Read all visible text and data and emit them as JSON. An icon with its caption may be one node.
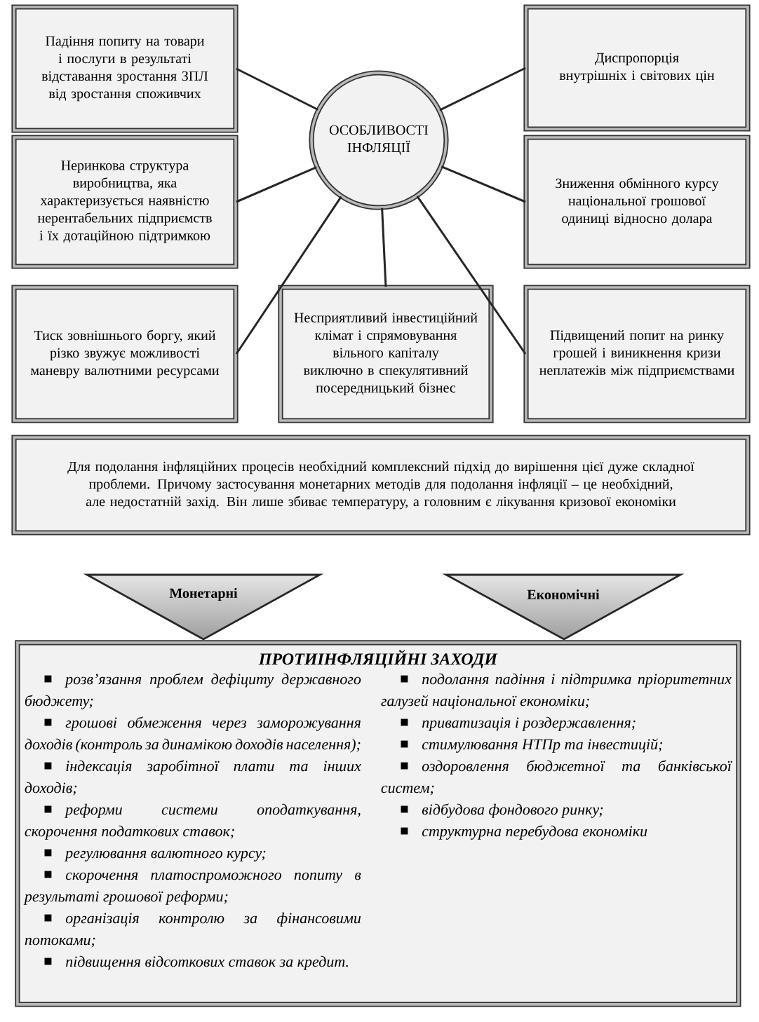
{
  "diagram": {
    "nodes": [
      {
        "text": [
          "Падіння попиту на товари і послуги в результаті відставання зростання ЗПЛ від зростання споживчих"
        ]
      },
      {
        "text": [
          "ОСОБЛИВОСТІ ІНФЛЯЦІЇ"
        ]
      },
      {
        "text": [
          "Диспропорція внутрішніх і світових цін"
        ]
      },
      {
        "text": [
          "Неринкова структура виробництва, яка характеризується наявністю нерентабельних підприємств і їх дотаційною підтримкою"
        ]
      },
      {
        "text": [
          "Зниження обмінного курсу національної грошової одиниці відносно долара"
        ]
      },
      {
        "text": [
          "Тиск зовнішнього боргу, який різко звужує можливості маневру валютними ресурсами"
        ]
      },
      {
        "text": [
          "Несприятливий інвестиційний клімат і спрямовування вільного капіталу виключно в спекулятивний посередницький бізнес"
        ]
      },
      {
        "text": [
          "Підвищений попит на ринку грошей і виникнення кризи неплатежів між підприємствами"
        ]
      },
      {
        "text": [
          "Для подолання інфляційних процесів необхідний комплексний підхід до вирішення цієї дуже складної проблеми. Причому застосування монетарних методів для подолання інфляції – це необхідний, але недостатній захід. Він лише збиває температуру, а головним є лікування кризової економіки"
        ]
      },
      {
        "text": [
          "Монетарні"
        ]
      },
      {
        "text": [
          "Економічні"
        ]
      },
      {
        "text": [
          "ПРОТИІНФЛЯЦІЙНІ ЗАХОДИ",
          "розв’язання проблем дефіциту державного бюджету;",
          "грошові обмеження через заморожування доходів (контроль за динамікою доходів населення);",
          "індексація заробітної плати та інших доходів;",
          "реформи системи оподаткування, скорочення податкових ставок;",
          "регулювання валютного курсу;",
          "скорочення платоспроможного попиту в результаті грошової реформи;",
          "організація контролю за фінансовими потоками;",
          "підвищення відсоткових ставок за кредит.",
          "подолання падіння і підтримка пріоритетних галузей національної економіки;",
          "приватизація і роздержавлення;",
          "стимулювання НТПр та інвестицій;",
          "оздоровлення бюджетної та банківської систем;",
          "відбудова фондового ринку;",
          "структурна перебудова економіки"
        ]
      }
    ],
    "edges": [
      {
        "from": 1,
        "to": 0,
        "arrow": "none"
      },
      {
        "from": 1,
        "to": 2,
        "arrow": "none"
      },
      {
        "from": 1,
        "to": 3,
        "arrow": "none"
      },
      {
        "from": 1,
        "to": 4,
        "arrow": "none"
      },
      {
        "from": 1,
        "to": 5,
        "arrow": "none"
      },
      {
        "from": 1,
        "to": 6,
        "arrow": "none"
      },
      {
        "from": 1,
        "to": 7,
        "arrow": "none"
      }
    ]
  }
}
